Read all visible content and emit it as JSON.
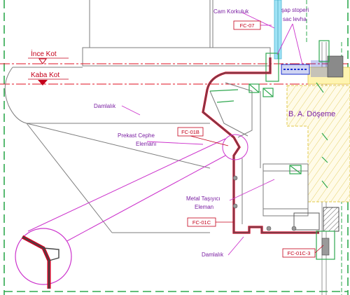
{
  "labels": {
    "cam_korkuluk": "Cam Korkuluk",
    "sap_stoperi": "şap stoperi",
    "sac_levha": "sac levha",
    "ince_kot": "İnce Kot",
    "kaba_kot": "Kaba Kot",
    "damlalik_top": "Damlalık",
    "ba_doseme": "B. A. Döşeme",
    "prekast_line1": "Prekast Cephe",
    "prekast_line2": "Elemanı",
    "metal_line1": "Metal Taşıyıcı",
    "metal_line2": "Eleman",
    "damlalik_bottom": "Damlalık"
  },
  "tags": {
    "fc07": "FC-07",
    "fc01b": "FC-01B",
    "fc01c": "FC-01C",
    "fc01c3": "FC-01C-3"
  },
  "colors": {
    "border_dash": "#2fa84f",
    "level_line": "#e01020",
    "profile": "#cc0022",
    "gray_outline": "#7d7d7d",
    "label": "#7a1fa2",
    "slab_hatch": "#d9c35a",
    "glass": "#9fe3f5"
  }
}
